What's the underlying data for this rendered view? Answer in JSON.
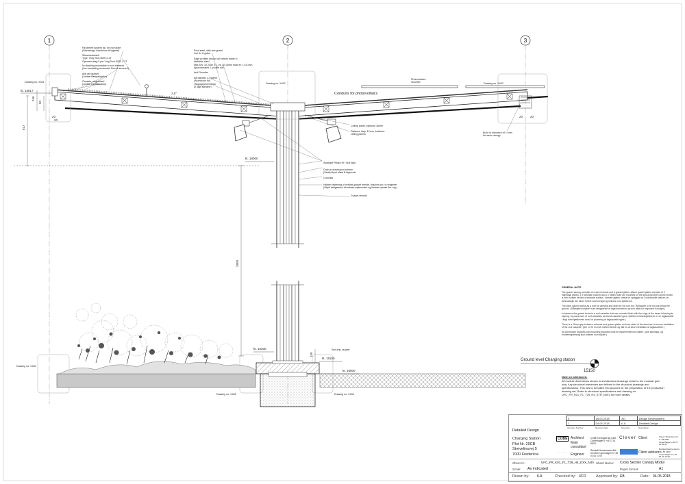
{
  "grid": {
    "axes": [
      {
        "label": "1"
      },
      {
        "label": "2"
      },
      {
        "label": "3"
      }
    ]
  },
  "levels": {
    "kt_top": "kt. 15817",
    "kt_18000": "kt. 18000",
    "kt_15300": "kt. 15300",
    "kt_15150": "kt. 15150",
    "kt_16000": "kt. 16000",
    "ground_label": "Ground level Charging station",
    "ground_value": "15150"
  },
  "dimensions": {
    "slope": "2,8°",
    "d246": "246",
    "d50": "50",
    "d20a": "20",
    "d20b": "20",
    "d20c": "20",
    "d20d": "20",
    "d817": "817",
    "d3800": "3800",
    "d150": "150"
  },
  "annotations": {
    "left": [
      "Fal armert system ssi. for roof plate",
      "(Rainarings: Aluminium til lagedel)",
      "Sikkerhedsbælt",
      "Type: Ving Tech 5000 2-2T",
      "Gjennem stag 5 per Ving Tech 5000 2-2T",
      "No flashing mountable to roof element",
      "(Iron insulating consented flow al armeret!)",
      "Anti-rim gusset",
      "(Limtræ flæsparbjelke)",
      "Gussets, edgeboard",
      "(Limtræ kantfæsaktor)"
    ],
    "center_left": [
      "Roof steel, with rain guard",
      "incl. fix & gutter",
      "Edge profiles around all bottom made in",
      "stainless steel.",
      "Mat.S/N: 10 2450 0 1, en 20 10mm thick en = 0,8 mm.",
      "Approximated. L-profile alle",
      "Anti-Rounder",
      "Aerosthetic L-System",
      "(Aluminium fol)",
      "(Tagpappemembran",
      "(2 lags skrålme)"
    ],
    "photovoltaics": "Photovoltaics",
    "photovoltaics_sub": "Solceller",
    "conduits_pv": "Conduits for photovoltaics",
    "ceiling_panel": "Ceiling panel, plywood 16mm",
    "distance_strip": "Distance strip, 12mm, between ceiling panels",
    "build_tolerance": "Build in tolerance of +/-mm for each canopy",
    "spotlight": "Spotlight Philips Hr / hue light",
    "drain": "Drain in downspout column",
    "drain_sub": "(Sealt) Bryst afløb til tagrende",
    "conduits": "Conduits",
    "hidden_fastening": "Hidden fastening of vertical gusset remote, bracket acc. to engineer",
    "hidden_fastening_sub": "(Skjult fastgørelse af limtræs søjlemoder og limtræs opsæt ifm. ing.)",
    "gusset_remote": "Gusset remote",
    "see_drip": "See drip, droplet",
    "drawing_no": "Drawing no. X401",
    "drawing_no2": "Drawing no. X402",
    "drawing_no3": "Drawing no. X403",
    "drawing_no4": "Drawing no. X404",
    "drawing_no5": "Drawing no. X405",
    "drawing_no6": "Drawing no. X406"
  },
  "general_note": {
    "title": "GENERAL NOTE",
    "p1": "The gusset canopy consists of a steel column and 4 gusset plates, attach gusset plates consists of 2 individual pieces, 1 x laminate column and 2 x beam. Both are mounted on the structural steel column which is then hidden behind a laminate surface. Limtræ søjlens omklæ er opbygget af 2 individuelle stykker, én laminatsøjle der sikrer limtræ sammenspil og limtræs mod bjælkerne.",
    "p2": "The steel column works as a roof for carrying and drain for the roof too. Rainwater to be led out below the ground. (Stålsøjlen fungerer som fastgørelse af tagkonstruktion og som afløb for regnvand fra taget.)",
    "p3": "In between the gusset beam is a roof cassette that can mounted flush with the edge of the beam following its sloping, for placement of roof cassettes as found cassette types, (Mellem limtræsbjælkerne er en tagkassette i flugt med bjælkernes kant, for placering af tagkassette typer.)",
    "p4": "There is a 20mm gap between columns and gusset plates on three sides of the structure to ensure ventilation of the roof cassette. (Der er 20 mm luft mellem limtræ og stål for at sikre ventilation af tagkassetten.)",
    "p5": "All connection brackets and mounting brackets must be implemented as hidden. (Alle samlings- og monteringsbeslag skal udføres som skjulte.)"
  },
  "tolerance_note": {
    "title": "Note on tolerances:",
    "body": "All module dimensions shown in architectural drawings relate to the modular grid only. Any structural tolerances are defined in the structural drawings and specifications. This has to be taken into account for the preparation of the production drawing set. Refer to structural specifications and drawing no. UFC_FR_K01_F1_T29_H4_STR_N001 for more details."
  },
  "revisions": {
    "rows": [
      {
        "no": "0",
        "date": "16.03.2018",
        "by": "AO",
        "desc": "Design Development"
      },
      {
        "no": "1",
        "date": "04.05.2018",
        "by": "ILA",
        "desc": "Detailed Design"
      }
    ],
    "headers": [
      "Revision Number",
      "Revision Date",
      "Issued by",
      "Description"
    ]
  },
  "titleblock": {
    "phase": "Detailed Design",
    "project": "Charging Station",
    "plot": "Plot Nr. 29CB",
    "street": "Strevelinsvej 5",
    "city": "7000 Fredericia",
    "architect_logo": "COBE",
    "architect_label": "Architect",
    "main_label": "Main consultant",
    "engineer_label": "Engineer",
    "cobe_addr": "COBE Torvegade 66 1400 Copenhagen K +45 72 14 88 00",
    "eng_addr": "Rambøll Hannemanns Allé 53 2300 Copenhagen S +45 51 61 10 00",
    "client_logo": "Clever",
    "client_label": "Client",
    "client_advisor_label": "Client advisor",
    "client_addr": "Clever Sletteskov 21, 1. sal 2860 Copenhagen +45 70 10 81 01",
    "advisor_addr": "Rambøll Hannemanns Allé 53 2300 Copenhagen S +45 51 61 10 00",
    "sheet_nr_label": "Sheet nr.:",
    "sheet_nr": "UFC_FR_K01_F1_T29_H4_EXX_N40",
    "sheet_name_label": "Sheet Name:",
    "sheet_name": "Cross Section Canopy Modul",
    "scale_label": "Scale:",
    "scale": "As indicated",
    "paper_label": "Paper format:",
    "paper": "A1",
    "drawn_label": "Drawn by:",
    "drawn": "ILA",
    "checked_label": "Checked by:",
    "checked": "UFO",
    "approved_label": "Approved by:",
    "approved": "EB",
    "date_label": "Date:",
    "date": "04-05-2018"
  }
}
